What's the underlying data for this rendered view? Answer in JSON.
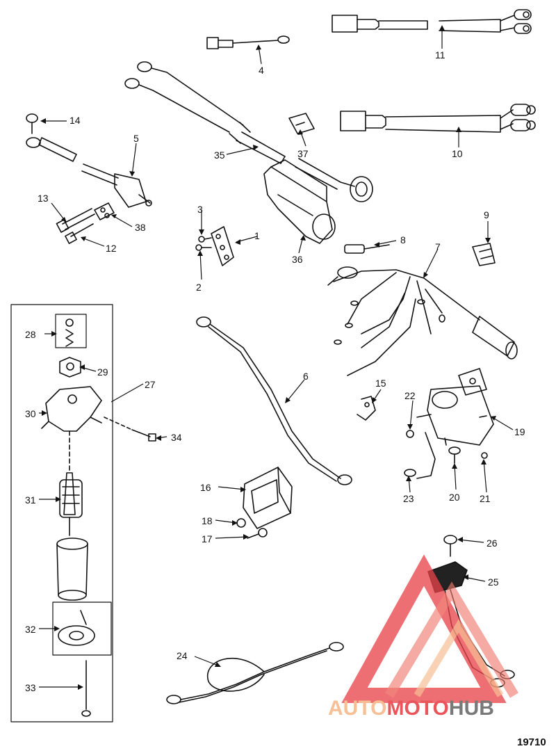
{
  "diagram": {
    "callouts": {
      "c1": "1",
      "c2": "2",
      "c3": "3",
      "c4": "4",
      "c5": "5",
      "c6": "6",
      "c7": "7",
      "c8": "8",
      "c9": "9",
      "c10": "10",
      "c11": "11",
      "c12": "12",
      "c13": "13",
      "c14": "14",
      "c15": "15",
      "c16": "16",
      "c17": "17",
      "c18": "18",
      "c19": "19",
      "c20": "20",
      "c21": "21",
      "c22": "22",
      "c23": "23",
      "c24": "24",
      "c25": "25",
      "c26": "26",
      "c27": "27",
      "c28": "28",
      "c29": "29",
      "c30": "30",
      "c31": "31",
      "c32": "32",
      "c33": "33",
      "c34": "34",
      "c35": "35",
      "c36": "36",
      "c37": "37",
      "c38": "38"
    },
    "figure_id": "19710"
  },
  "watermark": {
    "text_auto": "AUTO",
    "text_moto": "MOTO",
    "text_hub": "HUB",
    "colors": {
      "light": "#f6b98a",
      "red": "#e8434a",
      "gray": "#6b6b6b"
    }
  }
}
